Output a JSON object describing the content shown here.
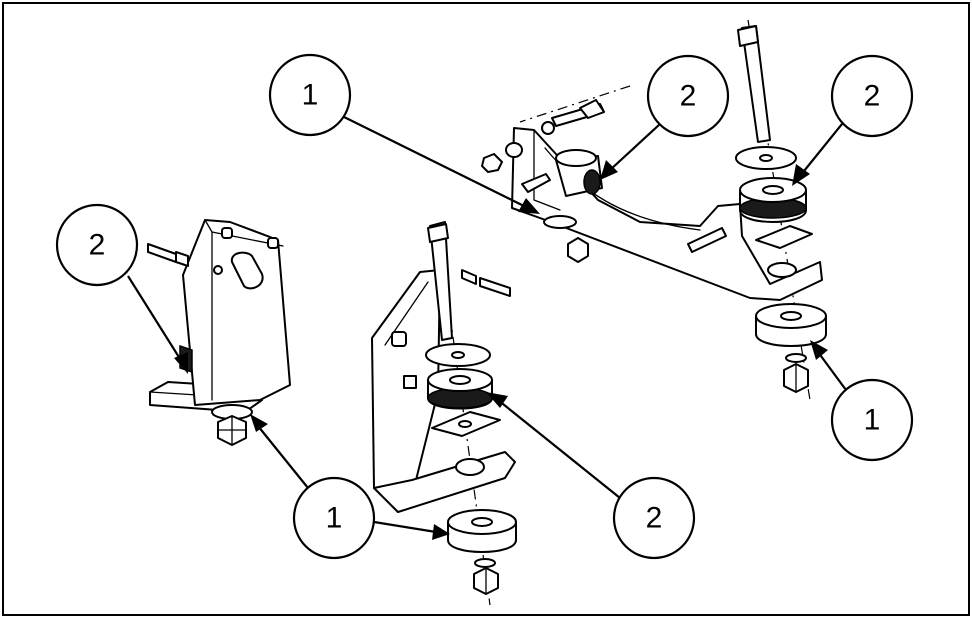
{
  "callouts": [
    {
      "id": "c1",
      "label": "1"
    },
    {
      "id": "c2",
      "label": "2"
    },
    {
      "id": "c3",
      "label": "2"
    },
    {
      "id": "c4",
      "label": "1"
    },
    {
      "id": "c5",
      "label": "2"
    },
    {
      "id": "c6",
      "label": "1"
    },
    {
      "id": "c7",
      "label": "2"
    },
    {
      "id": "c8",
      "label": "1"
    }
  ]
}
